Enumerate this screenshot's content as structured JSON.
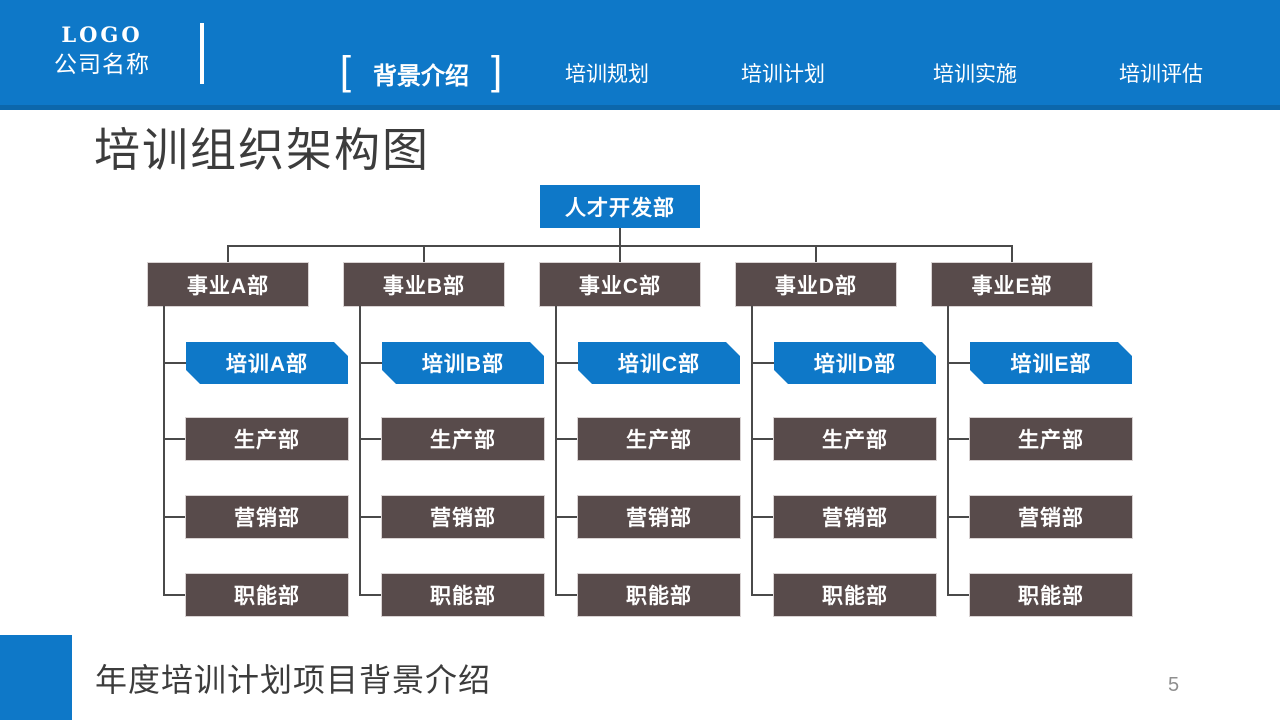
{
  "header": {
    "logo": "LOGO",
    "company": "公司名称",
    "bracket_left": "[",
    "bracket_right": "]",
    "nav": [
      {
        "label": "背景介绍",
        "active": true
      },
      {
        "label": "培训规划",
        "active": false
      },
      {
        "label": "培训计划",
        "active": false
      },
      {
        "label": "培训实施",
        "active": false
      },
      {
        "label": "培训评估",
        "active": false
      }
    ]
  },
  "title": "培训组织架构图",
  "org": {
    "root": "人才开发部",
    "columns": [
      {
        "head": "事业A部",
        "items": [
          "培训A部",
          "生产部",
          "营销部",
          "职能部"
        ]
      },
      {
        "head": "事业B部",
        "items": [
          "培训B部",
          "生产部",
          "营销部",
          "职能部"
        ]
      },
      {
        "head": "事业C部",
        "items": [
          "培训C部",
          "生产部",
          "营销部",
          "职能部"
        ]
      },
      {
        "head": "事业D部",
        "items": [
          "培训D部",
          "生产部",
          "营销部",
          "职能部"
        ]
      },
      {
        "head": "事业E部",
        "items": [
          "培训E部",
          "生产部",
          "营销部",
          "职能部"
        ]
      }
    ]
  },
  "footer": {
    "caption": "年度培训计划项目背景介绍",
    "page": "5"
  },
  "colors": {
    "primary_blue": "#0e78c8",
    "dark_box": "#584b4b",
    "connector": "#4a4a4a",
    "title_text": "#3c3c3c",
    "page_number": "#8f8f8f"
  }
}
